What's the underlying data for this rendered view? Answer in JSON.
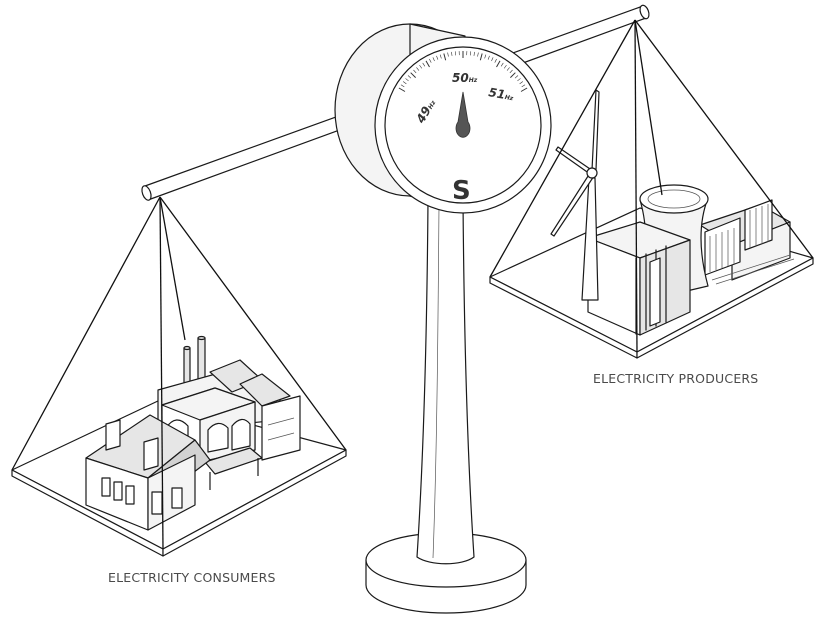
{
  "gauge": {
    "labels": {
      "left": "49",
      "center": "50",
      "right": "51"
    },
    "unit": "Hz",
    "logo": "S",
    "needle_value_hz": 50
  },
  "captions": {
    "consumers": "ELECTRICITY CONSUMERS",
    "producers": "ELECTRICITY PRODUCERS"
  },
  "colors": {
    "line": "#1a1a1a",
    "caption": "#4a4a4a",
    "needle": "#555555"
  }
}
